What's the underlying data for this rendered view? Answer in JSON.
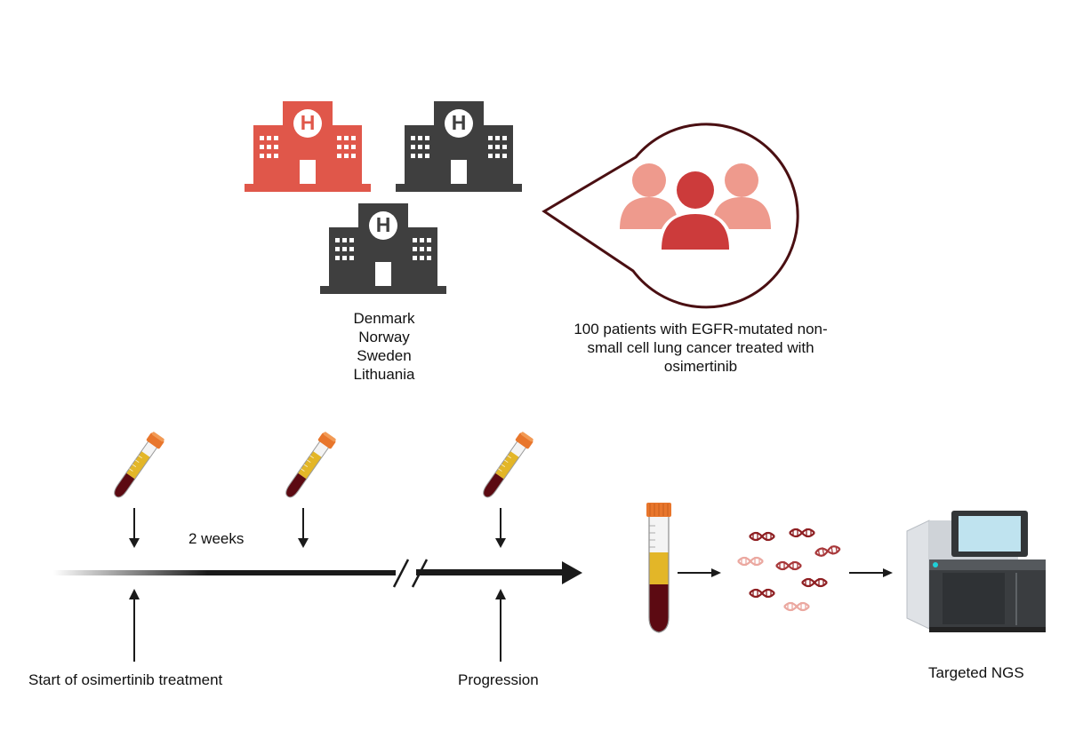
{
  "countries": [
    "Denmark",
    "Norway",
    "Sweden",
    "Lithuania"
  ],
  "cohort_text": "100 patients with EGFR-mutated non-small cell lung cancer treated with osimertinib",
  "interval_label": "2 weeks",
  "start_label": "Start of osimertinib treatment",
  "progression_label": "Progression",
  "sequencing_label": "Targeted NGS",
  "hospital_sign": "H",
  "colors": {
    "hospital_red": "#E0574A",
    "hospital_dark": "#3F3F3F",
    "patient_light": "#EE9A8D",
    "patient_dark": "#CC3B3B",
    "circle_stroke": "#4A0F12",
    "blood": "#5C0A12",
    "plasma": "#E3B628",
    "cap": "#E8762C"
  }
}
